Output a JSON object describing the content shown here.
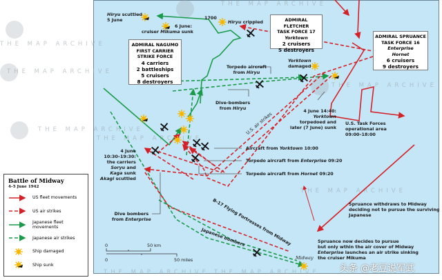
{
  "watermark": "THE MAP ARCHIVE",
  "legend": {
    "title": "Battle of Midway",
    "subtitle": "4–5 June 1942",
    "items": [
      {
        "label": "US fleet movements",
        "kind": "solid",
        "color": "#d42027"
      },
      {
        "label": "US air strikes",
        "kind": "dashed",
        "color": "#d42027"
      },
      {
        "label": "Japanese fleet movements",
        "kind": "solid",
        "color": "#1a9a4a"
      },
      {
        "label": "Japanese air strikes",
        "kind": "dashed",
        "color": "#1a9a4a"
      },
      {
        "label": "Ship damaged",
        "kind": "star"
      },
      {
        "label": "Ship sunk",
        "kind": "sunk"
      }
    ]
  },
  "boxes": {
    "nagumo": [
      "ADMIRAL NAGUMO",
      "FIRST CARRIER",
      "STRIKE FORCE",
      "4 carriers",
      "2 battleships",
      "5 cruisers",
      "8 destroyers"
    ],
    "fletcher": [
      "ADMIRAL FLETCHER",
      "TASK FORCE 17",
      "Yorktown",
      "2 cruisers",
      "5 destroyers"
    ],
    "spruance": [
      "ADMIRAL SPRUANCE",
      "TASK FORCE 16",
      "Enterprise",
      "Hornet",
      "6 cruisers",
      "9 destroyers"
    ]
  },
  "labels": {
    "hiryu_scuttled": [
      "Hiryu",
      " scuttled",
      "5 June"
    ],
    "mikuma": [
      "6 June:",
      "cruiser ",
      "Mikuma",
      " sunk"
    ],
    "time_1700": "1700",
    "hiryu_crippled": [
      "Hiryu",
      " crippled"
    ],
    "torpedo_hiryu": [
      "Torpedo aircraft",
      "from ",
      "Hiryu"
    ],
    "yorktown_damaged": [
      "Yorktown",
      "damaged"
    ],
    "dive_hiryu": [
      "Dive-bombers",
      "from ",
      "Hiryu"
    ],
    "us_air_strikes": "U.S. air strikes",
    "yorktown_torpedoed": [
      "4 June 14:40:",
      "Yorktown",
      "torpedoed and",
      "later (7 June) sunk"
    ],
    "operational_area": [
      "U.S. Task Forces",
      "operational area",
      "09:00–18:00"
    ],
    "carriers_sunk": [
      "4 June",
      "10:30–19:30:",
      "the carriers",
      "Soryu",
      " and",
      "Kaga",
      " sunk",
      "Akagi",
      " scuttled"
    ],
    "aircraft_yorktown": [
      "Aircraft from ",
      "Yorktown",
      " 10:00"
    ],
    "torpedo_enterprise": [
      "Torpedo aircraft from ",
      "Enterprise",
      " 09:20"
    ],
    "torpedo_hornet": [
      "Torpedo aircraft from ",
      "Hornet",
      " 09:20"
    ],
    "dive_enterprise": [
      "Dive bombers",
      "from ",
      "Enterprise"
    ],
    "b17": "B-17 Flying Fortresses from Midway",
    "jap_bombers": "Japanese bombers",
    "midway": "Midway",
    "spruance_withdraws": [
      "Spruance withdraws to Midway",
      "deciding not to pursue the surviving",
      "Japanese"
    ],
    "spruance_pursue": [
      "Spruance now  decides to pursue",
      "but only wthin the air cover of Midway",
      "Enterprise",
      " launches an air strike sinking",
      "the cruiser Mikuma"
    ]
  },
  "scale": {
    "km_zero": "0",
    "km": "50 km",
    "mi_zero": "0",
    "mi": "50 miles"
  },
  "credit": "头条 @老豆说军武",
  "colors": {
    "sea": "#c5e6f7",
    "us": "#d42027",
    "japan": "#1a9a4a"
  }
}
